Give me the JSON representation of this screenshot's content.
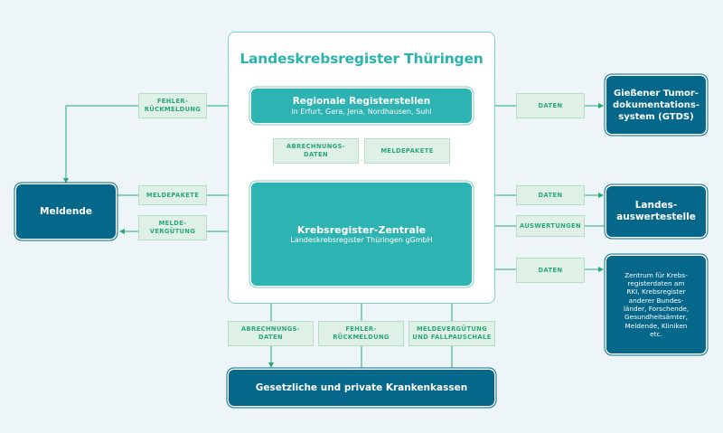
{
  "title": "Landeskrebsregister Thüringen",
  "nodes": {
    "regional": {
      "title": "Regionale Registerstellen",
      "subtitle": "in Erfurt, Gera, Jena, Nordhausen, Suhl"
    },
    "zentrale": {
      "title": "Krebsregister-Zentrale",
      "subtitle": "Landeskrebsregister Thüringen gGmbH"
    },
    "meldende": {
      "title": "Meldende"
    },
    "gtds": {
      "title": "Gießener Tumor-\ndokumentations-\nsystem (GTDS)"
    },
    "landesauswertestelle": {
      "title": "Landes-\nauswertestelle"
    },
    "zentrum": {
      "title": "Zentrum für Krebs-\nregisterdaten am\nRKI, Krebsregister\nanderer Bundes-\nländer, Forschende,\nGesundheitsämter,\nMeldende, Kliniken\netc."
    },
    "krankenkassen": {
      "title": "Gesetzliche und private Krankenkassen"
    }
  },
  "edge_labels": {
    "fehler_rueckmeldung_left": "FEHLER-\nRÜCKMELDUNG",
    "meldepakete_left": "MELDEPAKETE",
    "meldeverguetung_left": "MELDE-\nVERGÜTUNG",
    "abrechnungsdaten_mid": "ABRECHNUNGS-\nDATEN",
    "meldepakete_mid": "MELDEPAKETE",
    "daten_gtds": "DATEN",
    "daten_landes": "DATEN",
    "auswertungen": "AUSWERTUNGEN",
    "daten_zentrum": "DATEN",
    "abrechnungsdaten_bottom": "ABRECHNUNGS-\nDATEN",
    "fehler_rueckmeldung_bottom": "FEHLER-\nRÜCKMELDUNG",
    "meldeverguetung_bottom": "MELDEVERGÜTUNG\nUND FALLPAUSCHALE"
  },
  "colors": {
    "teal": "#2db3b1",
    "dark": "#05688a",
    "line": "#27a970",
    "label_bg": "#dff1e6"
  }
}
